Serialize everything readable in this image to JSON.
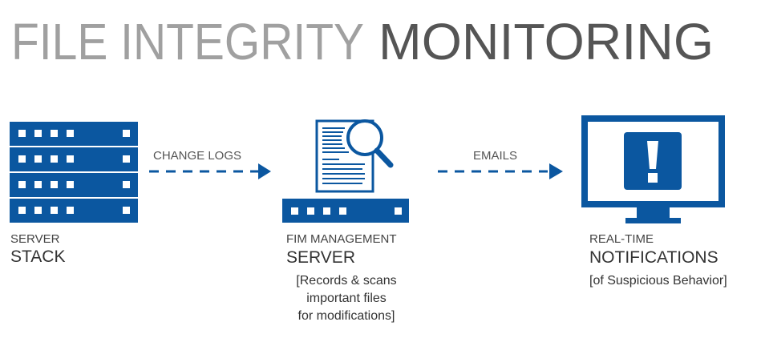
{
  "title": {
    "light": "FILE INTEGRITY",
    "bold": "MONITORING"
  },
  "colors": {
    "accent": "#0b57a0",
    "title_light": "#9a9a9a",
    "title_dark": "#555555"
  },
  "flows": [
    {
      "label": "CHANGE LOGS"
    },
    {
      "label": "EMAILS"
    }
  ],
  "nodes": [
    {
      "label_small": "SERVER",
      "label_big": "STACK",
      "icon": "server-stack-icon"
    },
    {
      "label_small": "FIM MANAGEMENT",
      "label_big": "SERVER",
      "note_lines": [
        "[Records & scans",
        "important files",
        "for modifications]"
      ],
      "icon": "document-magnifier-server-icon"
    },
    {
      "label_small": "REAL-TIME",
      "label_big": "NOTIFICATIONS",
      "note_lines": [
        "[of Suspicious Behavior]"
      ],
      "icon": "monitor-alert-icon"
    }
  ]
}
